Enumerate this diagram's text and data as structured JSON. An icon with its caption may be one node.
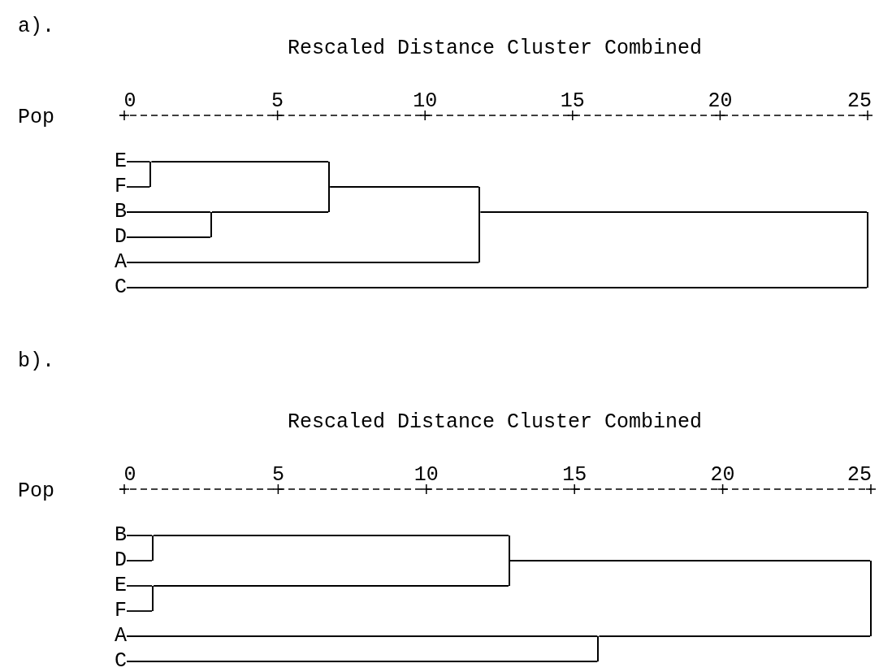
{
  "diagram": {
    "nodes": [
      {
        "text": [
          "E"
        ]
      },
      {
        "text": [
          "F"
        ]
      },
      {
        "text": [
          "B"
        ]
      },
      {
        "text": [
          "D"
        ]
      },
      {
        "text": [
          "A"
        ]
      },
      {
        "text": [
          "C"
        ]
      },
      {
        "text": [],
        "shape": "bar"
      },
      {
        "text": [],
        "shape": "bar"
      },
      {
        "text": [],
        "shape": "bar"
      },
      {
        "text": [],
        "shape": "bar"
      },
      {
        "text": [],
        "shape": "bar"
      },
      {
        "text": [
          "B"
        ]
      },
      {
        "text": [
          "D"
        ]
      },
      {
        "text": [
          "E"
        ]
      },
      {
        "text": [
          "F"
        ]
      },
      {
        "text": [
          "A"
        ]
      },
      {
        "text": [
          "C"
        ]
      },
      {
        "text": [],
        "shape": "bar"
      },
      {
        "text": [],
        "shape": "bar"
      },
      {
        "text": [],
        "shape": "bar"
      },
      {
        "text": [],
        "shape": "bar"
      },
      {
        "text": [],
        "shape": "bar"
      }
    ],
    "edges": [
      {
        "from": 0,
        "to": 6,
        "arrow": "none"
      },
      {
        "from": 1,
        "to": 6,
        "arrow": "none"
      },
      {
        "from": 2,
        "to": 7,
        "arrow": "none"
      },
      {
        "from": 3,
        "to": 7,
        "arrow": "none"
      },
      {
        "from": 6,
        "to": 8,
        "arrow": "none"
      },
      {
        "from": 7,
        "to": 8,
        "arrow": "none"
      },
      {
        "from": 8,
        "to": 9,
        "arrow": "none"
      },
      {
        "from": 4,
        "to": 9,
        "arrow": "none"
      },
      {
        "from": 9,
        "to": 10,
        "arrow": "none"
      },
      {
        "from": 5,
        "to": 10,
        "arrow": "none"
      },
      {
        "from": 11,
        "to": 17,
        "arrow": "none"
      },
      {
        "from": 12,
        "to": 17,
        "arrow": "none"
      },
      {
        "from": 13,
        "to": 18,
        "arrow": "none"
      },
      {
        "from": 14,
        "to": 18,
        "arrow": "none"
      },
      {
        "from": 17,
        "to": 19,
        "arrow": "none"
      },
      {
        "from": 18,
        "to": 19,
        "arrow": "none"
      },
      {
        "from": 19,
        "to": 21,
        "arrow": "none"
      },
      {
        "from": 15,
        "to": 20,
        "arrow": "none"
      },
      {
        "from": 16,
        "to": 20,
        "arrow": "none"
      },
      {
        "from": 20,
        "to": 21,
        "arrow": "none"
      }
    ],
    "labels": [
      "a).",
      "Rescaled Distance Cluster Combined",
      "0",
      "5",
      "10",
      "15",
      "20",
      "25",
      "Pop",
      "b).",
      "Rescaled Distance Cluster Combined",
      "0",
      "5",
      "10",
      "15",
      "20",
      "25",
      "Pop"
    ]
  }
}
